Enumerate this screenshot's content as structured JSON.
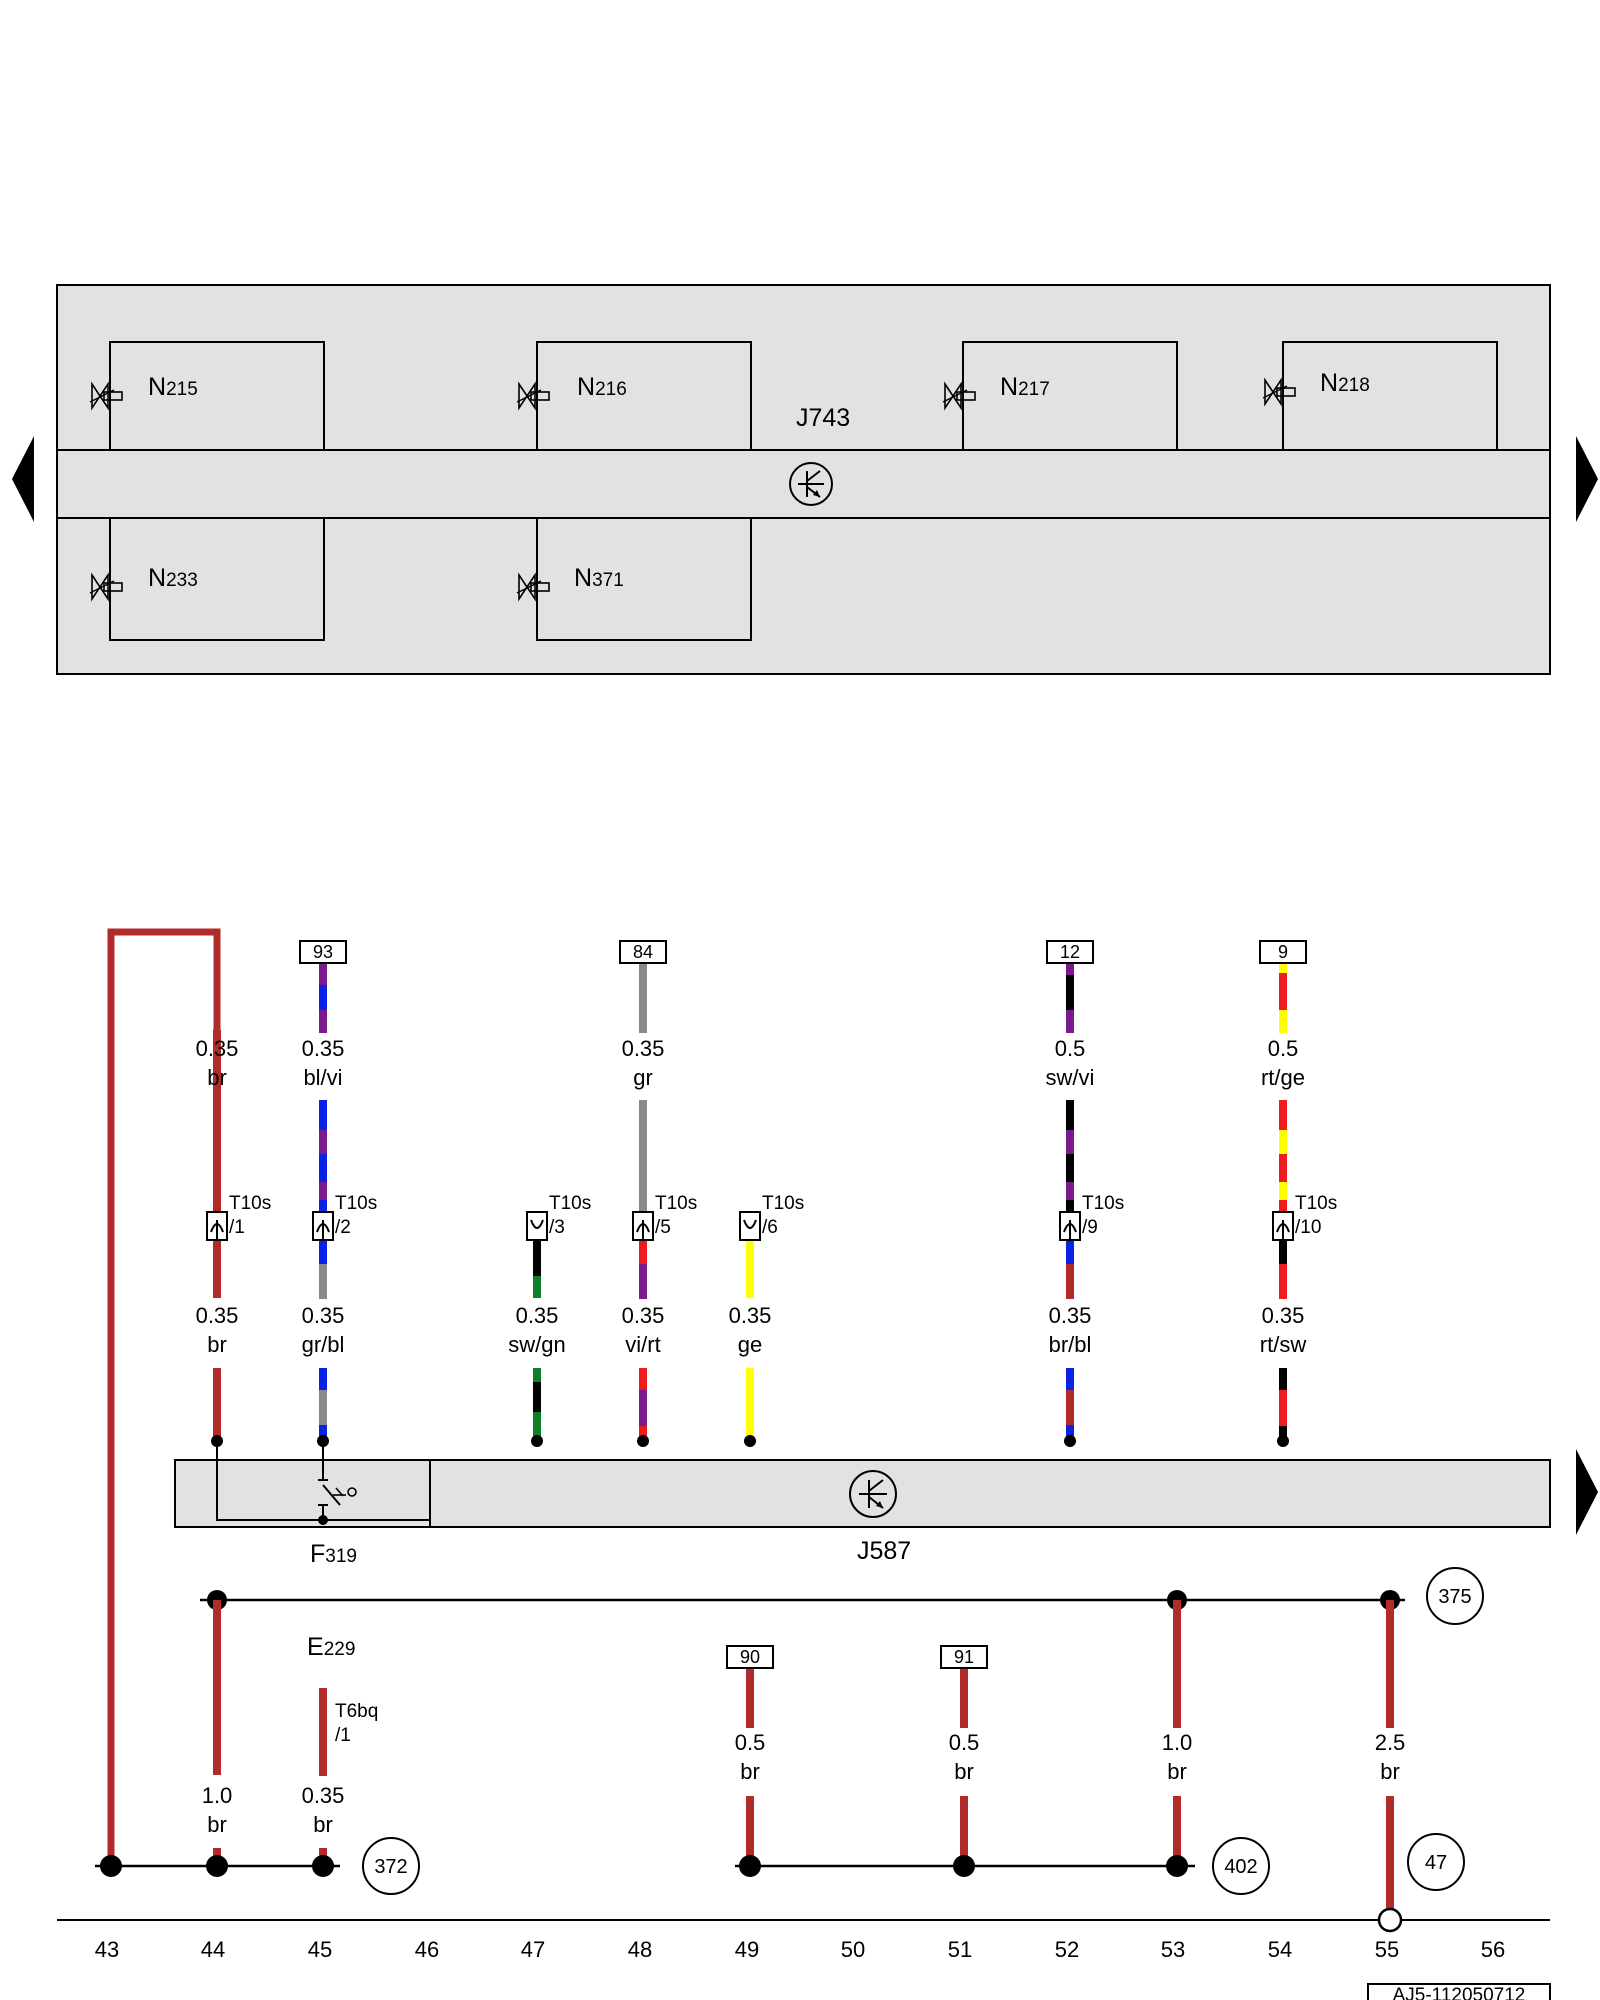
{
  "colors": {
    "br": "#b22b2b",
    "bl": "#0a22e6",
    "vi": "#7a1a8c",
    "gr": "#8a8a8a",
    "sw": "#000000",
    "gn": "#0f7d2a",
    "rt": "#ee1c1c",
    "ge": "#ffff00",
    "panel": "#e2e2e2"
  },
  "top_section": {
    "control_unit": "J743",
    "valves": [
      {
        "base": "N",
        "sub": "215"
      },
      {
        "base": "N",
        "sub": "216"
      },
      {
        "base": "N",
        "sub": "217"
      },
      {
        "base": "N",
        "sub": "218"
      },
      {
        "base": "N",
        "sub": "233"
      },
      {
        "base": "N",
        "sub": "371"
      }
    ]
  },
  "bottom_section": {
    "control_unit": "J587",
    "switch": {
      "base": "F",
      "sub": "319"
    },
    "selector": {
      "base": "E",
      "sub": "229"
    },
    "connector_t6bq": [
      "T6bq",
      "/1"
    ],
    "ref_boxes": [
      "93",
      "84",
      "12",
      "9",
      "90",
      "91"
    ],
    "wire_labels": [
      {
        "size": "0.35",
        "color": "br"
      },
      {
        "size": "0.35",
        "color": "bl/vi"
      },
      {
        "size": "0.35",
        "color": "gr"
      },
      {
        "size": "0.5",
        "color": "sw/vi"
      },
      {
        "size": "0.5",
        "color": "rt/ge"
      },
      {
        "size": "0.35",
        "color": "br"
      },
      {
        "size": "0.35",
        "color": "gr/bl"
      },
      {
        "size": "0.35",
        "color": "sw/gn"
      },
      {
        "size": "0.35",
        "color": "vi/rt"
      },
      {
        "size": "0.35",
        "color": "ge"
      },
      {
        "size": "0.35",
        "color": "br/bl"
      },
      {
        "size": "0.35",
        "color": "rt/sw"
      },
      {
        "size": "1.0",
        "color": "br"
      },
      {
        "size": "0.35",
        "color": "br"
      },
      {
        "size": "0.5",
        "color": "br"
      },
      {
        "size": "0.5",
        "color": "br"
      },
      {
        "size": "1.0",
        "color": "br"
      },
      {
        "size": "2.5",
        "color": "br"
      }
    ],
    "t10s_connectors": [
      {
        "name": "T10s",
        "pin": "/1"
      },
      {
        "name": "T10s",
        "pin": "/2"
      },
      {
        "name": "T10s",
        "pin": "/3"
      },
      {
        "name": "T10s",
        "pin": "/5"
      },
      {
        "name": "T10s",
        "pin": "/6"
      },
      {
        "name": "T10s",
        "pin": "/9"
      },
      {
        "name": "T10s",
        "pin": "/10"
      }
    ],
    "ground_points": [
      "375",
      "372",
      "402",
      "47"
    ]
  },
  "grid_numbers": [
    "43",
    "44",
    "45",
    "46",
    "47",
    "48",
    "49",
    "50",
    "51",
    "52",
    "53",
    "54",
    "55",
    "56"
  ],
  "drawing_id": "AJ5-112050712"
}
